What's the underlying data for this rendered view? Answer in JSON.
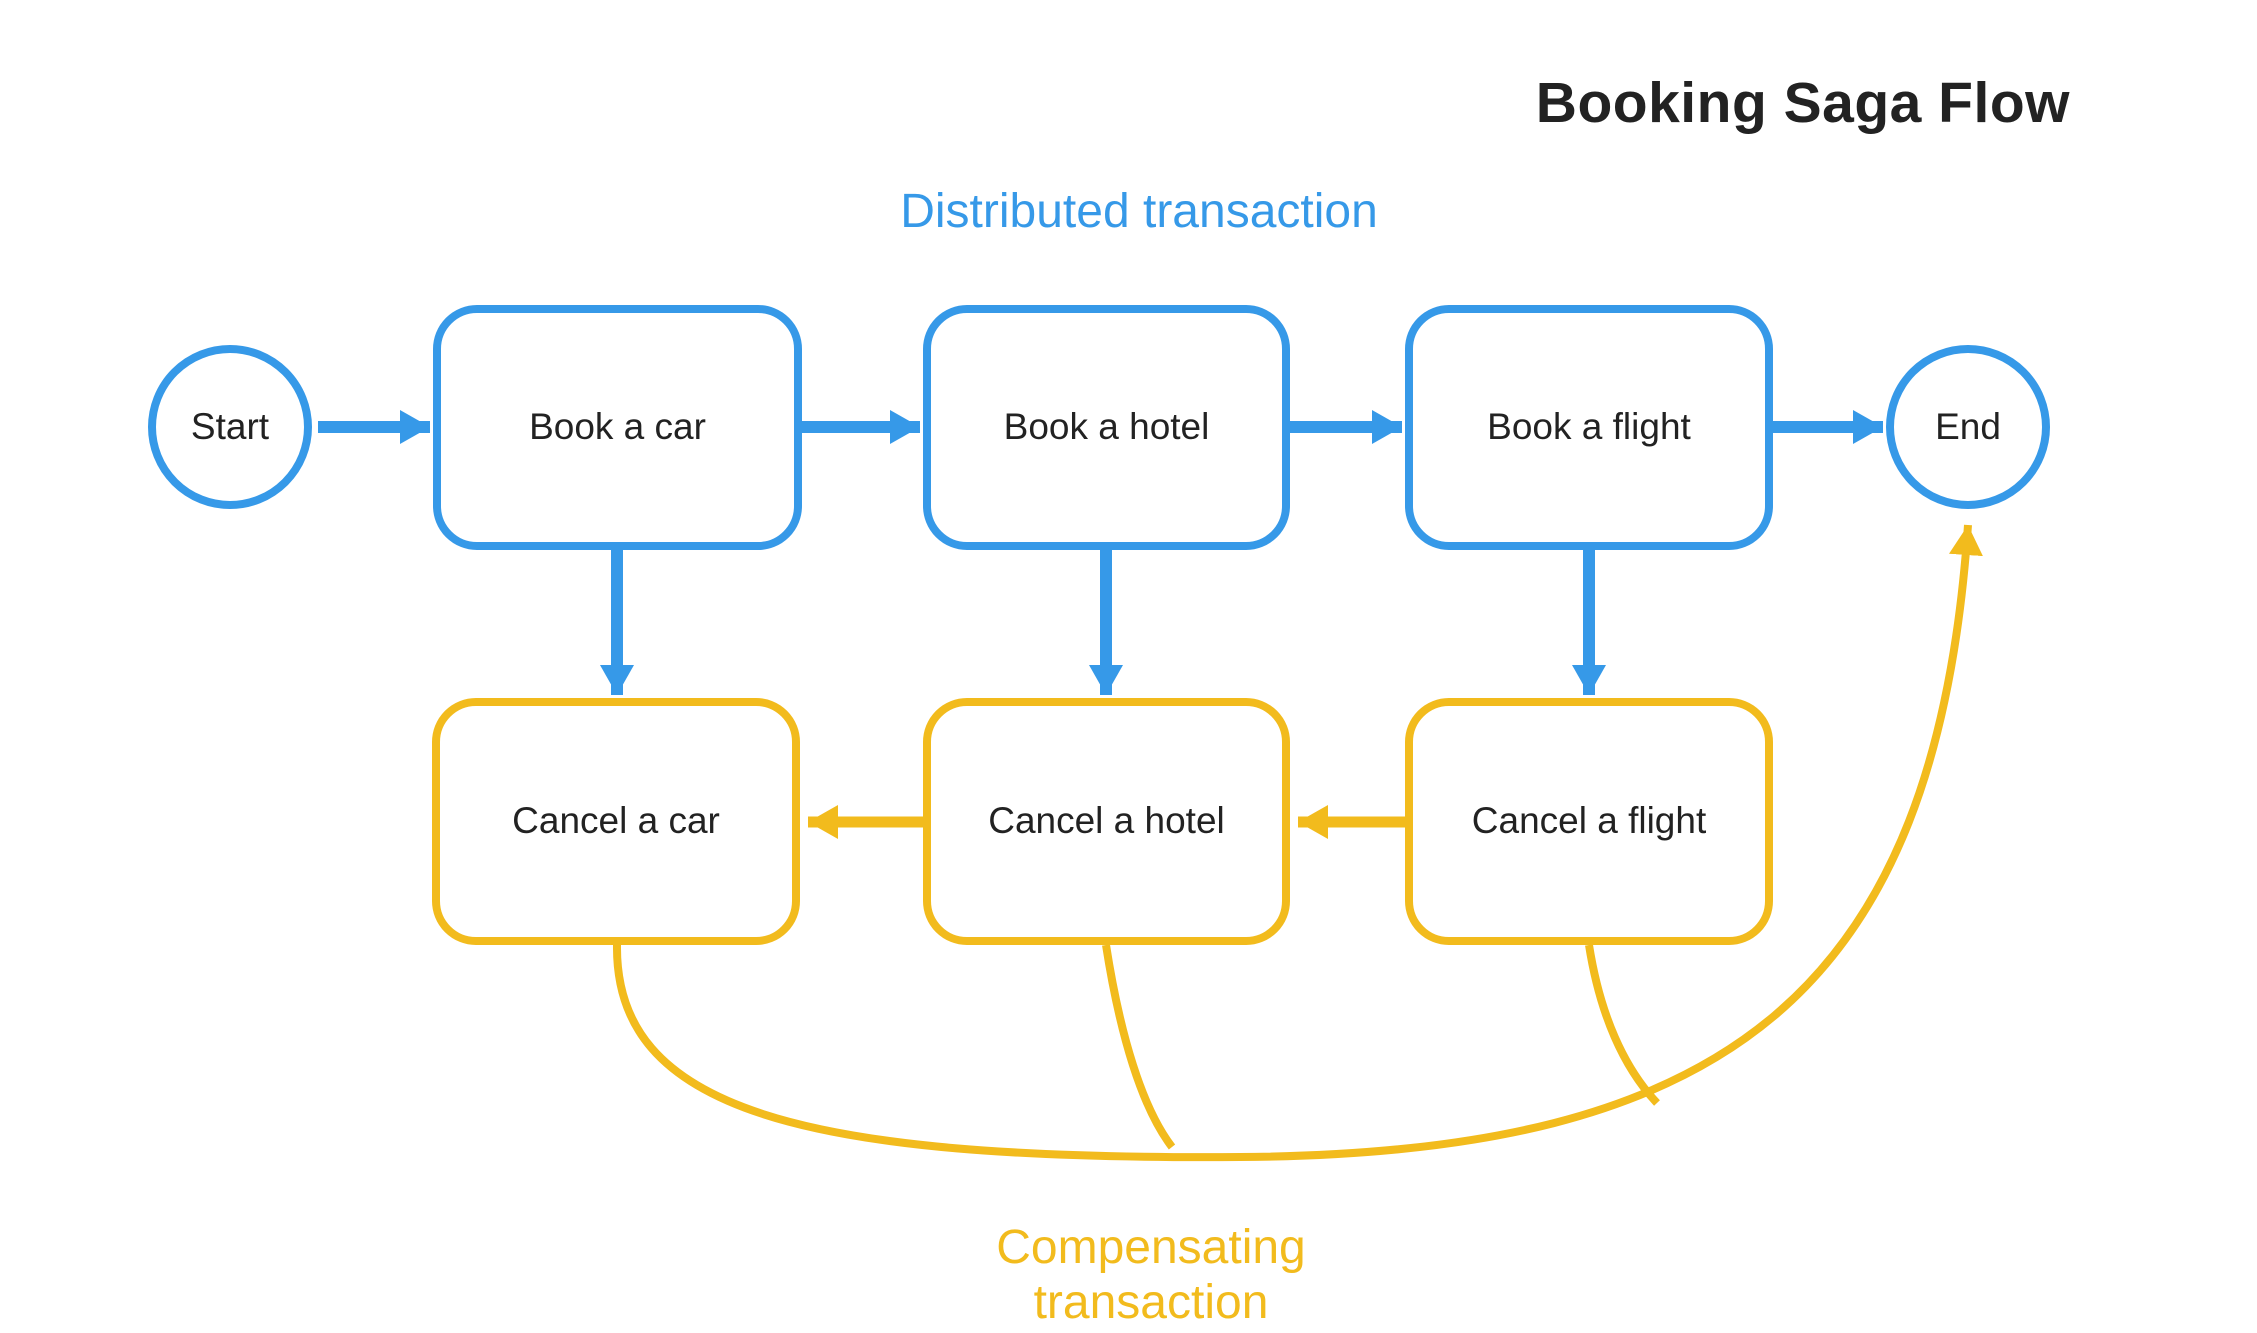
{
  "title": "Booking Saga Flow",
  "colors": {
    "blue": "#3699E8",
    "yellow": "#F2BB1D",
    "ink": "#222222",
    "bg": "#FFFFFF"
  },
  "sections": {
    "distributed": {
      "label": "Distributed transaction"
    },
    "compensating": {
      "label": "Compensating transaction"
    }
  },
  "nodes": {
    "start": {
      "label": "Start",
      "shape": "circle"
    },
    "book_car": {
      "label": "Book a car",
      "shape": "rounded-rect"
    },
    "book_hotel": {
      "label": "Book a hotel",
      "shape": "rounded-rect"
    },
    "book_flight": {
      "label": "Book a flight",
      "shape": "rounded-rect"
    },
    "end": {
      "label": "End",
      "shape": "circle"
    },
    "cancel_car": {
      "label": "Cancel a car",
      "shape": "rounded-rect"
    },
    "cancel_hotel": {
      "label": "Cancel a hotel",
      "shape": "rounded-rect"
    },
    "cancel_flight": {
      "label": "Cancel a flight",
      "shape": "rounded-rect"
    }
  },
  "edges": [
    {
      "from": "Start",
      "to": "Book a car",
      "color": "blue",
      "arrow": true
    },
    {
      "from": "Book a car",
      "to": "Book a hotel",
      "color": "blue",
      "arrow": true
    },
    {
      "from": "Book a hotel",
      "to": "Book a flight",
      "color": "blue",
      "arrow": true
    },
    {
      "from": "Book a flight",
      "to": "End",
      "color": "blue",
      "arrow": true
    },
    {
      "from": "Book a car",
      "to": "Cancel a car",
      "color": "blue",
      "arrow": true
    },
    {
      "from": "Book a hotel",
      "to": "Cancel a hotel",
      "color": "blue",
      "arrow": true
    },
    {
      "from": "Book a flight",
      "to": "Cancel a flight",
      "color": "blue",
      "arrow": true
    },
    {
      "from": "Cancel a flight",
      "to": "Cancel a hotel",
      "color": "yellow",
      "arrow": true
    },
    {
      "from": "Cancel a hotel",
      "to": "Cancel a car",
      "color": "yellow",
      "arrow": true
    },
    {
      "from": "Cancel a car",
      "to": "End",
      "color": "yellow",
      "arrow": true
    },
    {
      "from": "Cancel a hotel",
      "to": "End",
      "color": "yellow",
      "arrow": false,
      "note": "merges into Cancel a car return curve"
    },
    {
      "from": "Cancel a flight",
      "to": "End",
      "color": "yellow",
      "arrow": false,
      "note": "merges into Cancel a car return curve"
    }
  ]
}
